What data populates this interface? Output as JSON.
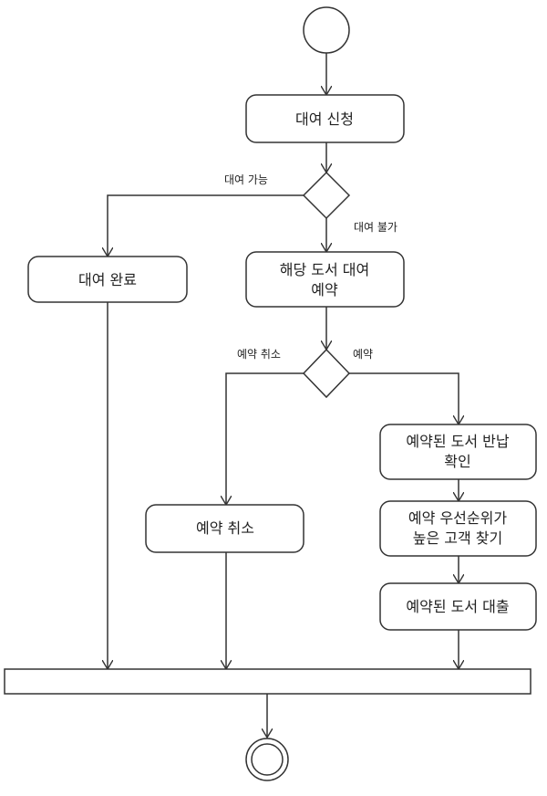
{
  "diagram": {
    "type": "activity",
    "nodes": {
      "start": {
        "kind": "initial"
      },
      "request": {
        "kind": "action",
        "lines": [
          "대여 신청"
        ]
      },
      "decision_1": {
        "kind": "decision"
      },
      "rental_complete": {
        "kind": "action",
        "lines": [
          "대여 완료"
        ]
      },
      "reserve_book": {
        "kind": "action",
        "lines": [
          "해당 도서 대여",
          "예약"
        ]
      },
      "decision_2": {
        "kind": "decision"
      },
      "cancel_reservation": {
        "kind": "action",
        "lines": [
          "예약 취소"
        ]
      },
      "confirm_return": {
        "kind": "action",
        "lines": [
          "예약된 도서 반납",
          "확인"
        ]
      },
      "find_priority_customer": {
        "kind": "action",
        "lines": [
          "예약 우선순위가",
          "높은 고객 찾기"
        ]
      },
      "lend_reserved_book": {
        "kind": "action",
        "lines": [
          "예약된 도서 대출"
        ]
      },
      "join_bar": {
        "kind": "join"
      },
      "end": {
        "kind": "final"
      }
    },
    "edge_labels": {
      "rental_possible": "대여 가능",
      "rental_impossible": "대여 불가",
      "cancel": "예약 취소",
      "reserve": "예약"
    },
    "colors": {
      "stroke": "#333333",
      "fill": "#ffffff",
      "text": "#222222"
    }
  }
}
